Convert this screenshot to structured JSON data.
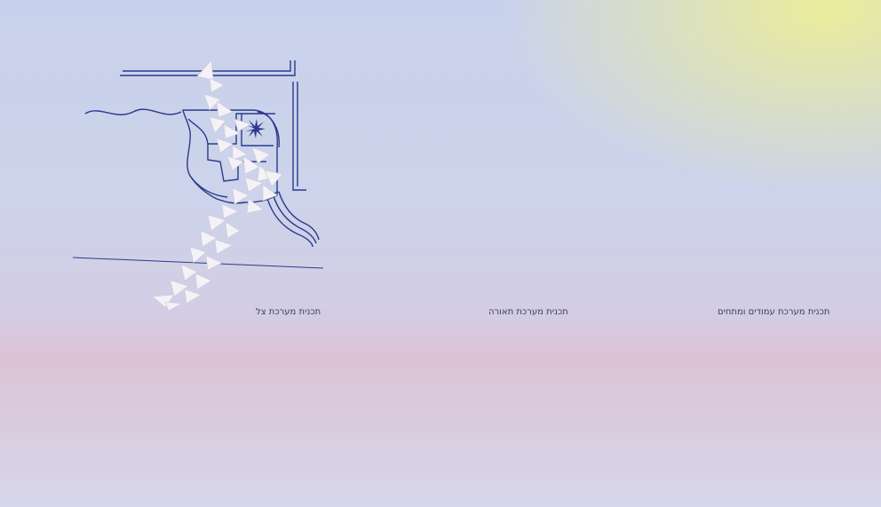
{
  "labels": {
    "shade_plan": "תכנית מערכת צל",
    "lighting_plan": "תכנית מערכת תאורה",
    "columns_plan": "תכנית מערכת עמודים ומתחים"
  },
  "colors": {
    "plan_line": "#2b3a8c",
    "lighting_route": "#d9a07a",
    "columns_red": "#e0332d",
    "shade_panel": "#f4f2f6",
    "canopy": "#c8b6d8",
    "mountain": "#c9998a",
    "ground": "#eef0f4"
  },
  "icons": [
    "palm-tree-icon"
  ]
}
